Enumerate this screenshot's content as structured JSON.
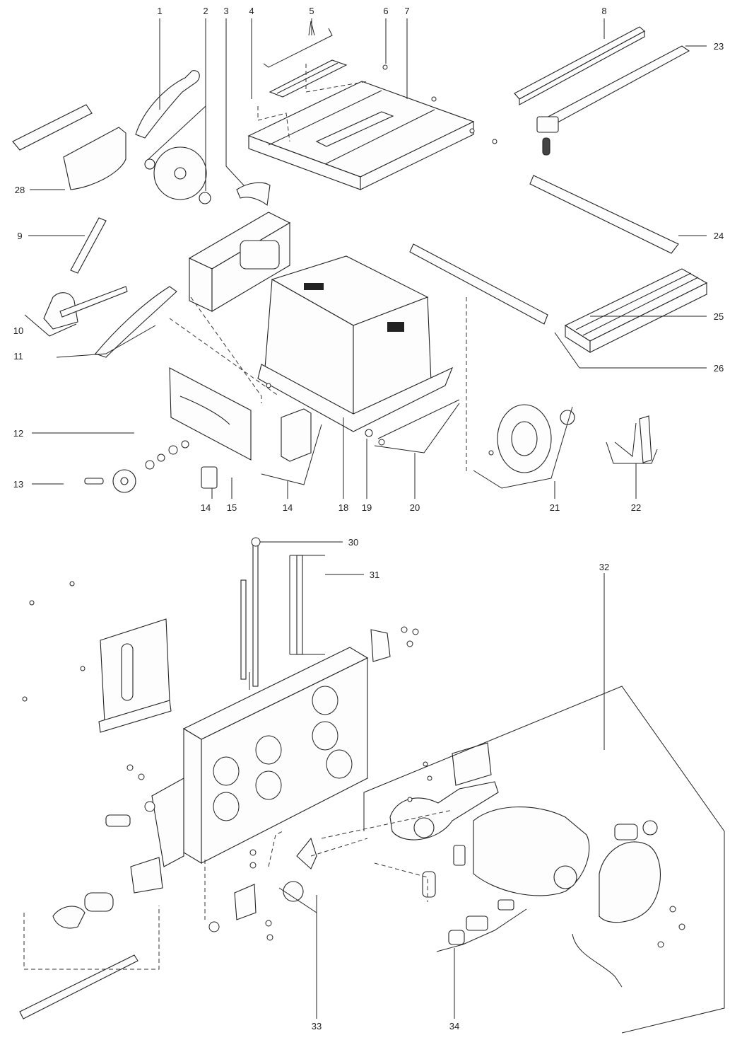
{
  "callouts": [
    {
      "id": "c1",
      "text": "1"
    },
    {
      "id": "c2",
      "text": "2"
    },
    {
      "id": "c3",
      "text": "3"
    },
    {
      "id": "c4",
      "text": "4"
    },
    {
      "id": "c5",
      "text": "5"
    },
    {
      "id": "c6",
      "text": "6"
    },
    {
      "id": "c7",
      "text": "7"
    },
    {
      "id": "c8",
      "text": "8"
    },
    {
      "id": "c9",
      "text": "9"
    },
    {
      "id": "c10",
      "text": "10"
    },
    {
      "id": "c11",
      "text": "11"
    },
    {
      "id": "c12",
      "text": "12"
    },
    {
      "id": "c13",
      "text": "13"
    },
    {
      "id": "c14a",
      "text": "14"
    },
    {
      "id": "c14b",
      "text": "14"
    },
    {
      "id": "c15",
      "text": "15"
    },
    {
      "id": "c18",
      "text": "18"
    },
    {
      "id": "c19",
      "text": "19"
    },
    {
      "id": "c20",
      "text": "20"
    },
    {
      "id": "c21",
      "text": "21"
    },
    {
      "id": "c22",
      "text": "22"
    },
    {
      "id": "c23",
      "text": "23"
    },
    {
      "id": "c24",
      "text": "24"
    },
    {
      "id": "c25",
      "text": "25"
    },
    {
      "id": "c26",
      "text": "26"
    },
    {
      "id": "c28",
      "text": "28"
    },
    {
      "id": "c30",
      "text": "30"
    },
    {
      "id": "c31",
      "text": "31"
    },
    {
      "id": "c32",
      "text": "32"
    },
    {
      "id": "c33",
      "text": "33"
    },
    {
      "id": "c34",
      "text": "34"
    }
  ]
}
